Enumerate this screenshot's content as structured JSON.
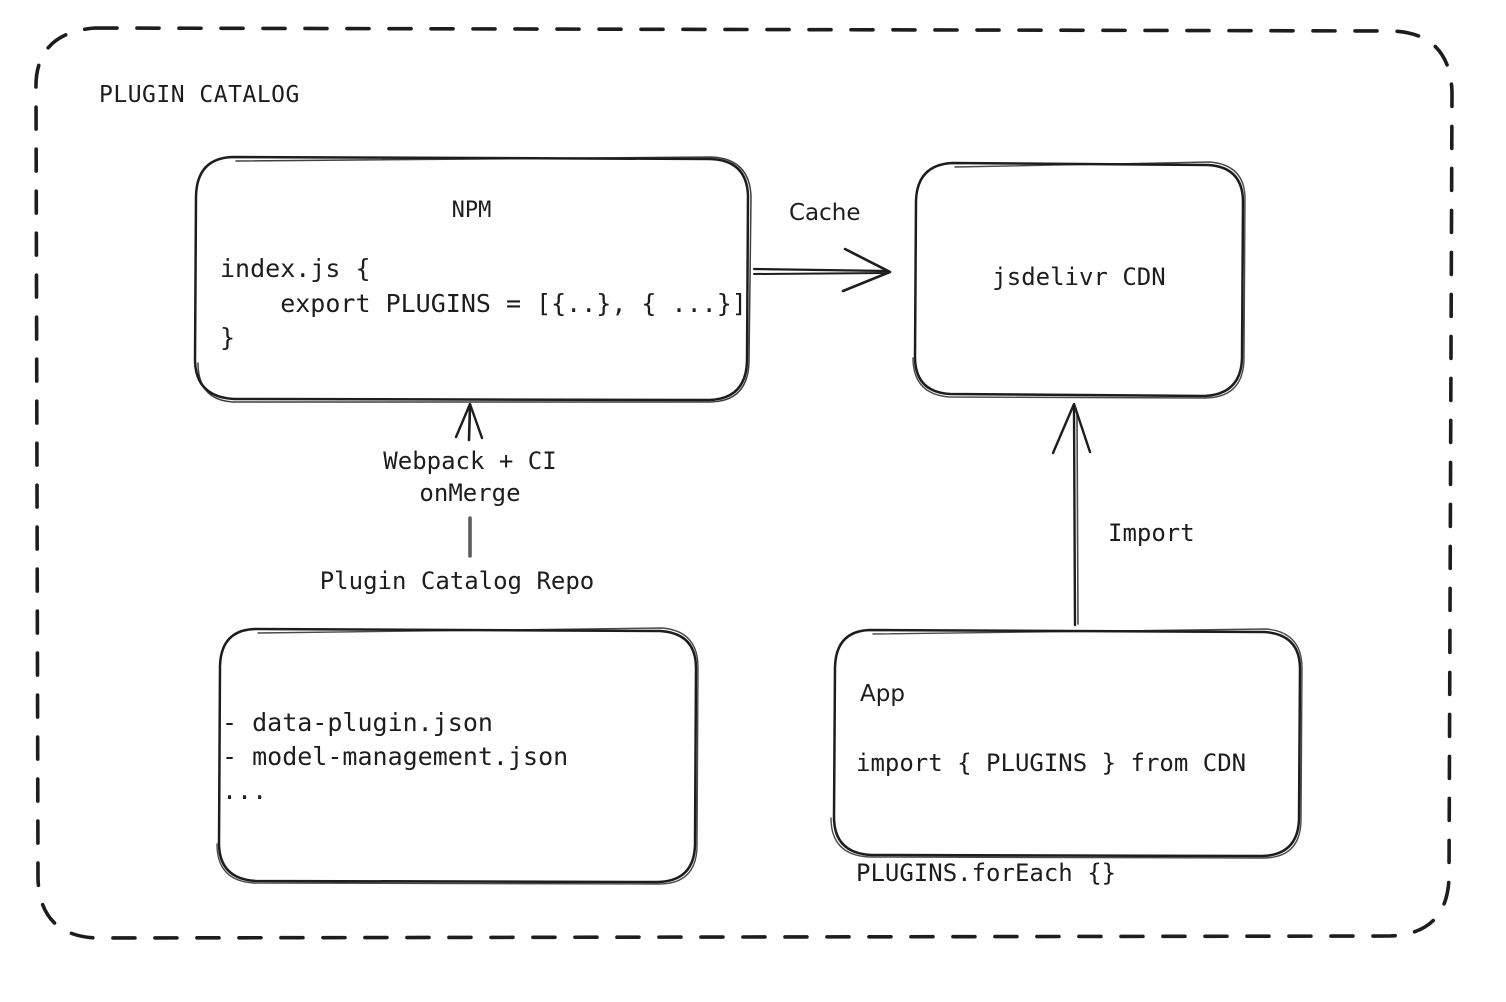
{
  "diagram": {
    "title": "PLUGIN CATALOG",
    "style": "hand-drawn-sketch",
    "stroke_color": "#1d1d1d",
    "background_color": "#ffffff"
  },
  "nodes": {
    "npm": {
      "title": "NPM",
      "code": "index.js {\n    export PLUGINS = [{..}, { ...}]\n}"
    },
    "cdn": {
      "title": "jsdelivr CDN"
    },
    "repo": {
      "caption": "Plugin Catalog Repo",
      "items": "- data-plugin.json\n- model-management.json\n..."
    },
    "app": {
      "title": "App",
      "code": "import { PLUGINS } from CDN\n\nPLUGINS.forEach {}"
    }
  },
  "edges": {
    "npm_to_cdn": {
      "label": "Cache"
    },
    "repo_to_npm": {
      "label": "Webpack + CI\nonMerge"
    },
    "app_to_cdn": {
      "label": "Import"
    }
  }
}
